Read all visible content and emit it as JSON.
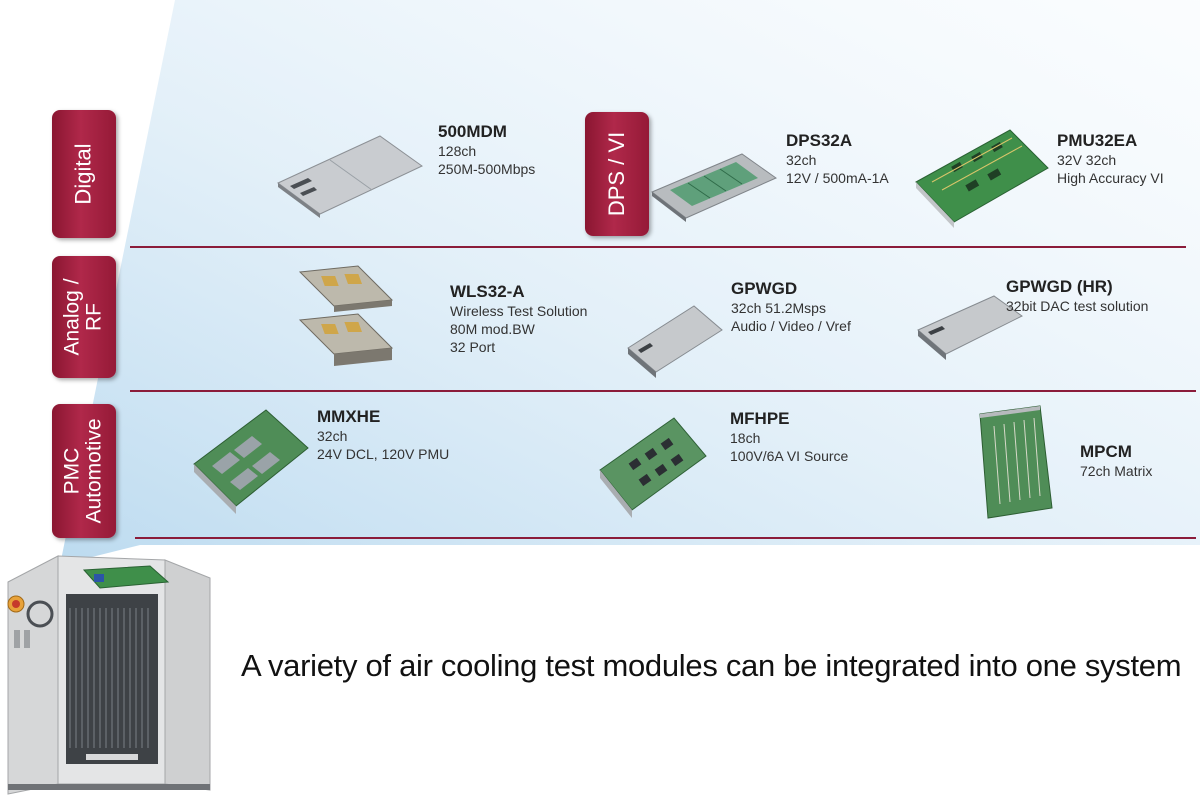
{
  "categories": [
    {
      "label": "Digital"
    },
    {
      "label": "DPS / VI"
    },
    {
      "label_line1": "Analog /",
      "label_line2": "RF"
    },
    {
      "label_line1": "PMC",
      "label_line2": "Automotive"
    }
  ],
  "modules": [
    {
      "name": "500MDM",
      "lines": [
        "128ch",
        "250M-500Mbps"
      ]
    },
    {
      "name": "DPS32A",
      "lines": [
        "32ch",
        "12V / 500mA-1A"
      ]
    },
    {
      "name": "PMU32EA",
      "lines": [
        "32V 32ch",
        "High Accuracy VI"
      ]
    },
    {
      "name": "WLS32-A",
      "lines": [
        "Wireless Test Solution",
        "80M mod.BW",
        "32 Port"
      ]
    },
    {
      "name": "GPWGD",
      "lines": [
        "32ch 51.2Msps",
        "Audio / Video / Vref"
      ]
    },
    {
      "name": "GPWGD (HR)",
      "lines": [
        "32bit DAC test solution"
      ]
    },
    {
      "name": "MMXHE",
      "lines": [
        "32ch",
        "24V DCL, 120V PMU"
      ]
    },
    {
      "name": "MFHPE",
      "lines": [
        "18ch",
        "100V/6A VI Source"
      ]
    },
    {
      "name": "MPCM",
      "lines": [
        "72ch Matrix"
      ]
    }
  ],
  "tagline": "A variety of air cooling test modules can be integrated into one system",
  "colors": {
    "category_fill": "#a32142",
    "divider": "#8b1c3a",
    "beam": "#dcecf7",
    "pcb_green": "#3f8f4a"
  }
}
